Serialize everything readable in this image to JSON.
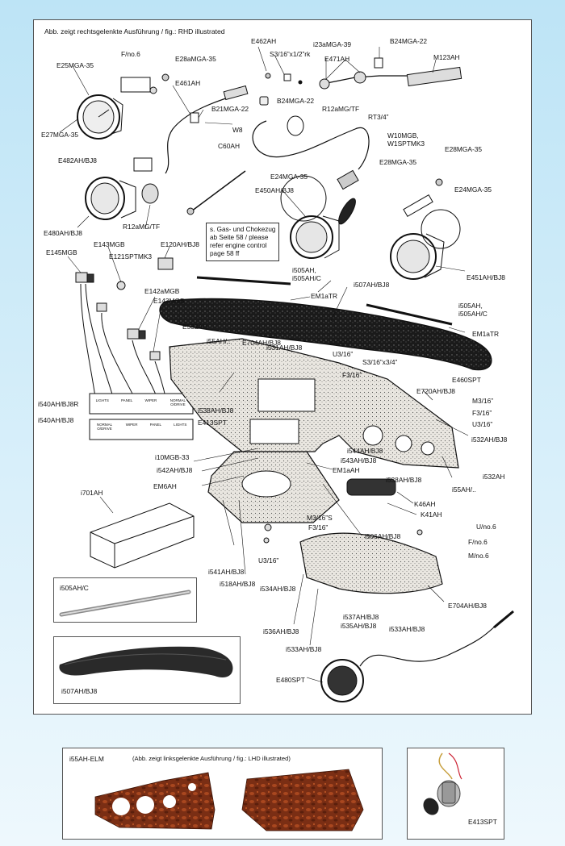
{
  "colors": {
    "background_top": "#bfe5f7",
    "background_bottom": "#eaf6fc",
    "panel": "#ffffff",
    "ink": "#111111",
    "burl_wood": "#7a2e14"
  },
  "main_caption": "Abb. zeigt rechtsgelenkte Ausführung / fig.: RHD illustrated",
  "note": "s. Gas- und Chokezug\nab Seite 58 / please\nrefer engine control\npage 58 ff",
  "labels": {
    "e462ah": "E462AH",
    "i23amga39": "i23aMGA-39",
    "b24mga22_top": "B24MGA-22",
    "fno6_top": "F/no.6",
    "e28amga35": "E28aMGA-35",
    "s3_rk": "S3/16”x1/2”rk",
    "e471ah": "E471AH",
    "m123ah": "M123AH",
    "e25mga35": "E25MGA-35",
    "e461ah": "E461AH",
    "b24mga22_mid": "B24MGA-22",
    "b21mga22": "B21MGA-22",
    "r12amgtf_top": "R12aMG/TF",
    "rt34": "RT3/4”",
    "w8": "W8",
    "e27mga35": "E27MGA-35",
    "c60ah": "C60AH",
    "w10mgb": "W10MGB,\nW1SPTMK3",
    "e482ah": "E482AH/BJ8",
    "e28mga35_right": "E28MGA-35",
    "e28mga35_mid": "E28MGA-35",
    "e24mga35_left": "E24MGA-35",
    "e450ah": "E450AH/BJ8",
    "e24mga35_right": "E24MGA-35",
    "r12amgtf_left": "R12aMG/TF",
    "e480ah": "E480AH/BJ8",
    "e143mgb_top": "E143MGB",
    "e120ah": "E120AH/BJ8",
    "e145mgb": "E145MGB",
    "e121sptmk3": "E121SPTMK3",
    "e451ah": "E451AH/BJ8",
    "i505ah": "i505AH,\ni505AH/C",
    "e142amgb": "E142aMGB",
    "i507ah_label": "i507AH/BJ8",
    "e143mgb_low": "E143MGB",
    "em1atr_left": "EM1aTR",
    "i505ah_right": "i505AH,\ni505AH/C",
    "e532ah": "E532AH",
    "i55ah_top": "i55AH/..",
    "e704ah_top": "E704AH/BJ8",
    "em1atr_right": "EM1aTR",
    "i531ah": "i531AH/BJ8",
    "u316_top": "U3/16”",
    "s3x34": "S3/16”x3/4”",
    "f316_mid": "F3/16”",
    "e460spt": "E460SPT",
    "e720ah": "E720AH/BJ8",
    "i540ah_r": "i540AH/BJ8R",
    "m316_right": "M3/16”",
    "f316_right": "F3/16”",
    "u316_right": "U3/16”",
    "i540ah": "i540AH/BJ8",
    "i538ah_left": "i538AH/BJ8",
    "e413spt_mid": "E413SPT",
    "i532ah_bj8": "i532AH/BJ8",
    "i544ah": "i544AH/BJ8",
    "i543ah": "i543AH/BJ8",
    "i10mgb33": "i10MGB-33",
    "i532ah": "i532AH",
    "em1aah": "EM1aAH",
    "i542ah": "i542AH/BJ8",
    "i538ah_right": "i538AH/BJ8",
    "em6ah": "EM6AH",
    "i55ah_mid": "i55AH/..",
    "i701ah": "i701AH",
    "k46ah": "K46AH",
    "k41ah": "K41AH",
    "m316s": "M3/16”S",
    "f316_low": "F3/16”",
    "uno6": "U/no.6",
    "i506ah": "i506AH/BJ8",
    "fno6_low": "F/no.6",
    "mno6": "M/no.6",
    "u316_low": "U3/16”",
    "i541ah": "i541AH/BJ8",
    "i518ah": "i518AH/BJ8",
    "i534ah": "i534AH/BJ8",
    "e704ah_low": "E704AH/BJ8",
    "i537ah": "i537AH/BJ8",
    "i535ah": "i535AH/BJ8",
    "i533ah_right": "i533AH/BJ8",
    "i536ah": "i536AH/BJ8",
    "i533ah_low": "i533AH/BJ8",
    "e480spt": "E480SPT"
  },
  "switch_panel": {
    "row1": [
      "LIGHTS",
      "PANEL",
      "WIPER",
      "NORMAL O/DRIVE"
    ],
    "row2": [
      "NORMAL O/DRIVE",
      "WIPER",
      "PANEL",
      "LIGHTS"
    ]
  },
  "inset_i505": "i505AH/C",
  "inset_i507": "i507AH/BJ8",
  "bottom_left": {
    "part": "i55AH-ELM",
    "caption": "(Abb. zeigt linksgelenkte Ausführung / fig.: LHD illustrated)"
  },
  "bottom_right": {
    "part": "E413SPT"
  }
}
